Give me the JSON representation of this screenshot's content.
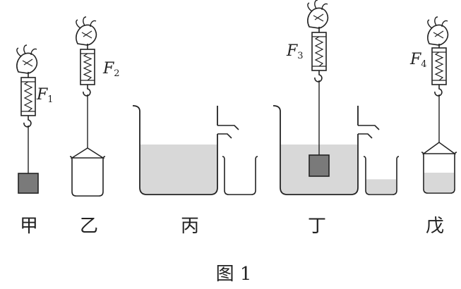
{
  "panels": [
    {
      "label": "甲",
      "force_symbol": "F",
      "force_subscript": "1"
    },
    {
      "label": "乙",
      "force_symbol": "F",
      "force_subscript": "2"
    },
    {
      "label": "丙"
    },
    {
      "label": "丁",
      "force_symbol": "F",
      "force_subscript": "3"
    },
    {
      "label": "戊",
      "force_symbol": "F",
      "force_subscript": "4"
    }
  ],
  "caption": "图 1",
  "colors": {
    "line": "#222222",
    "water": "#d8d8d8",
    "block": "#7a7a7a"
  },
  "icons": [
    "hand-icon",
    "spring-scale-icon",
    "hook-icon"
  ]
}
